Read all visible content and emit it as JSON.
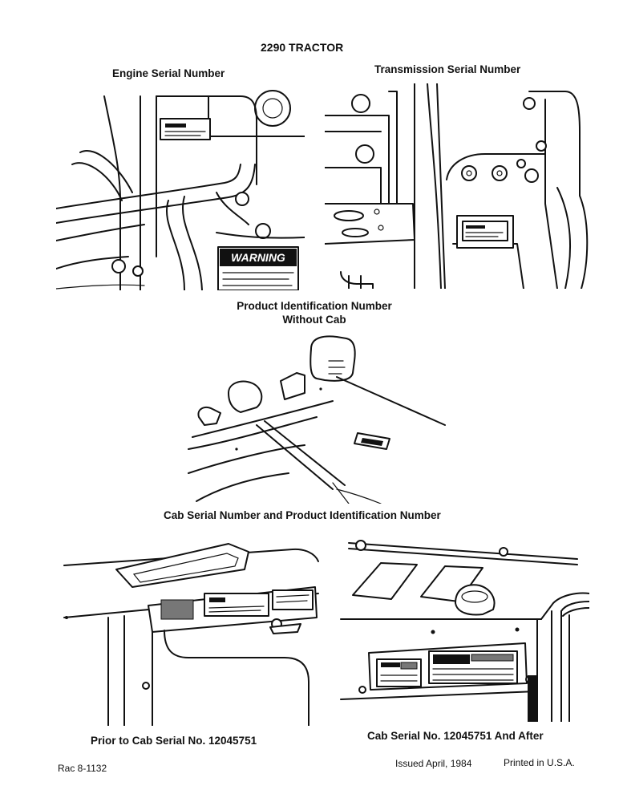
{
  "page": {
    "title": "2290 TRACTOR",
    "footer_left": "Rac 8-1132",
    "footer_issued": "Issued April, 1984",
    "footer_printed": "Printed in U.S.A."
  },
  "figures": {
    "engine": {
      "caption": "Engine Serial Number",
      "warning_label": "WARNING"
    },
    "transmission": {
      "caption": "Transmission Serial Number"
    },
    "pin": {
      "caption_line1": "Product Identification Number",
      "caption_line2": "Without Cab"
    },
    "cab_section": {
      "caption": "Cab Serial Number and Product Identification Number"
    },
    "cab_prior": {
      "caption": "Prior to Cab Serial No. 12045751"
    },
    "cab_after": {
      "caption": "Cab Serial No. 12045751 And After"
    }
  }
}
